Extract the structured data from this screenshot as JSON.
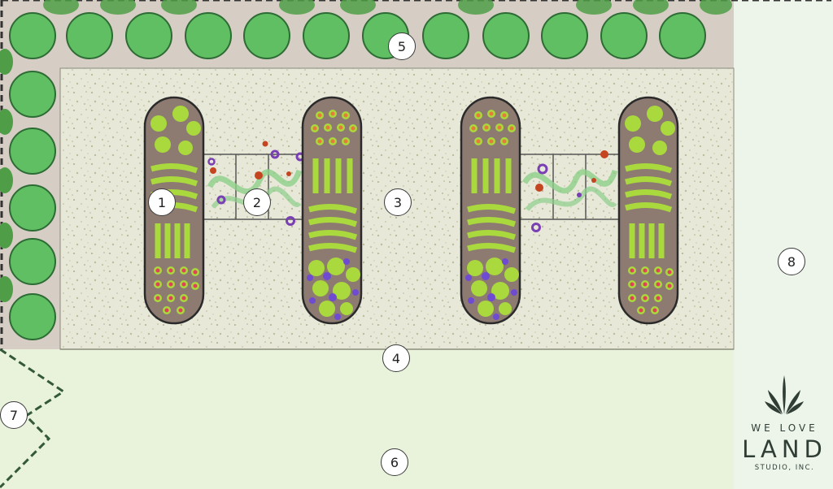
{
  "markers": [
    "1",
    "2",
    "3",
    "4",
    "5",
    "6",
    "7",
    "8"
  ],
  "logo": {
    "line1": "WE LOVE",
    "line2": "LAND",
    "line3": "STUDIO, INC."
  },
  "colors": {
    "lawn": "#e9f3dc",
    "gravel": "#e8e8d9",
    "paved_path": "#d5cdc3",
    "raised_bed_soil": "#8d7b72",
    "foliage_green": "#a9d93c",
    "shrub_green": "#5fbf62",
    "purple_flower": "#6e4bd1",
    "red_flower": "#e0405a",
    "trellis_vine": "#8dcf8a",
    "logo": "#2f3d35"
  }
}
